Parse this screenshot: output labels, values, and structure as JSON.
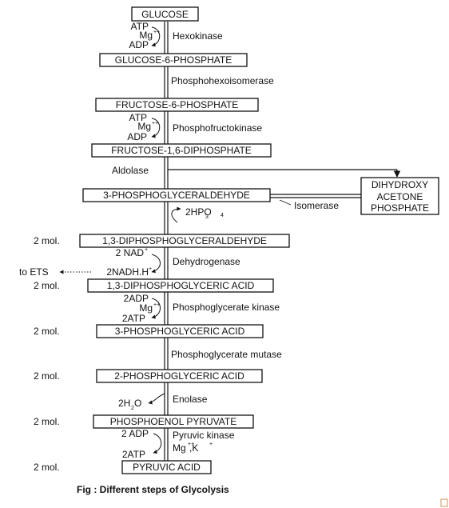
{
  "compounds": {
    "glucose": "GLUCOSE",
    "g6p": "GLUCOSE-6-PHOSPHATE",
    "f6p": "FRUCTOSE-6-PHOSPHATE",
    "f16dp": "FRUCTOSE-1,6-DIPHOSPHATE",
    "g3p": "3-PHOSPHOGLYCERALDEHYDE",
    "dhap_line1": "DIHYDROXY",
    "dhap_line2": "ACETONE",
    "dhap_line3": "PHOSPHATE",
    "bpg": "1,3-DIPHOSPHOGLYCERALDEHYDE",
    "bpga": "1,3-DIPHOSPHOGLYCERIC ACID",
    "pga3": "3-PHOSPHOGLYCERIC ACID",
    "pga2": "2-PHOSPHOGLYCERIC ACID",
    "pep": "PHOSPHOENOL PYRUVATE",
    "pyruvate": "PYRUVIC ACID"
  },
  "enzymes": {
    "hexokinase": "Hexokinase",
    "phi": "Phosphohexoisomerase",
    "pfk": "Phosphofructokinase",
    "aldolase": "Aldolase",
    "isomerase": "Isomerase",
    "dehydrogenase": "Dehydrogenase",
    "pgk": "Phosphoglycerate kinase",
    "pgm": "Phosphoglycerate mutase",
    "enolase": "Enolase",
    "pk": "Pyruvic kinase"
  },
  "cofactors": {
    "atp1": "ATP",
    "mg1": "Mg",
    "mg1_sup": "++",
    "adp1": "ADP",
    "atp2": "ATP",
    "mg2": "Mg",
    "mg2_sup": "++",
    "adp2": "ADP",
    "hpo4": "2HPO",
    "hpo4_sub1": "3",
    "hpo4_sub2": "4",
    "nad": "2 NAD",
    "nad_sup": "+",
    "nadh": "2NADH.H",
    "nadh_sup": "+",
    "adp3": "2ADP",
    "mg3": "Mg",
    "mg3_sup": "++",
    "atp3": "2ATP",
    "water": "2H",
    "water_sub": "2",
    "water_o": "O",
    "adp4": "2 ADP",
    "mgk": "Mg",
    "mgk_sup1": "++",
    "mgk_k": ",K",
    "mgk_sup2": "+",
    "atp4": "2ATP"
  },
  "ets_label": "to ETS",
  "mol_labels": [
    "2 mol.",
    "2 mol.",
    "2 mol.",
    "2 mol.",
    "2 mol.",
    "2 mol."
  ],
  "caption": "Fig : Different steps of Glycolysis"
}
